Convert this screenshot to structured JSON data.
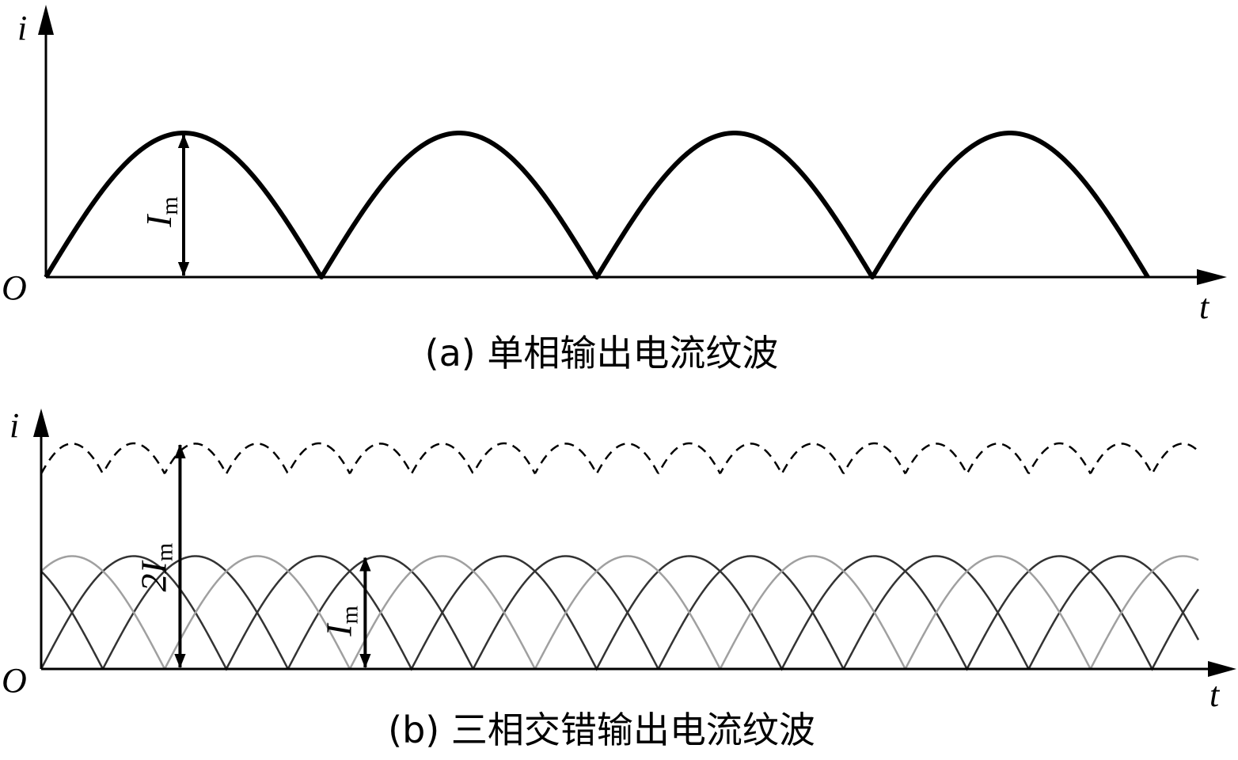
{
  "chart_data": [
    {
      "type": "line",
      "title": "(a)  单相输出电流纹波",
      "xlabel": "t",
      "ylabel": "i",
      "origin_label": "O",
      "period": 1,
      "x_range": [
        0,
        4
      ],
      "ylim": [
        0,
        1
      ],
      "series": [
        {
          "style": "solid-black-thick",
          "function": "|sin|",
          "phase": 0,
          "amplitude": 1
        }
      ],
      "annotations": [
        {
          "label_main": "I",
          "label_sub": "m",
          "from": 0,
          "to": 1,
          "at_x": 0.5
        }
      ]
    },
    {
      "type": "line",
      "title": "(b)  三相交错输出电流纹波",
      "xlabel": "t",
      "ylabel": "i",
      "origin_label": "O",
      "period": 1,
      "x_range": [
        0,
        6.25
      ],
      "ylim": [
        0,
        2
      ],
      "series": [
        {
          "style": "dark-gray",
          "function": "|sin|",
          "phase": 0,
          "amplitude": 1
        },
        {
          "style": "dark-gray",
          "function": "|sin|",
          "phase": 0.333,
          "amplitude": 1
        },
        {
          "style": "light-gray",
          "function": "|sin|",
          "phase": 0.667,
          "amplitude": 1
        },
        {
          "style": "dashed-black",
          "function": "sum",
          "amplitude": 2
        }
      ],
      "annotations": [
        {
          "label_main": "2I",
          "label_sub": "m",
          "from": 0,
          "to": 2,
          "at_x": 0.75
        },
        {
          "label_main": "I",
          "label_sub": "m",
          "from": 0,
          "to": 1,
          "at_x": 1.75
        }
      ]
    }
  ],
  "colors": {
    "axis": "#000000",
    "curve_main": "#000000",
    "dark_gray": "#333333",
    "light_gray": "#a0a0a0",
    "dashed": "#000000"
  }
}
